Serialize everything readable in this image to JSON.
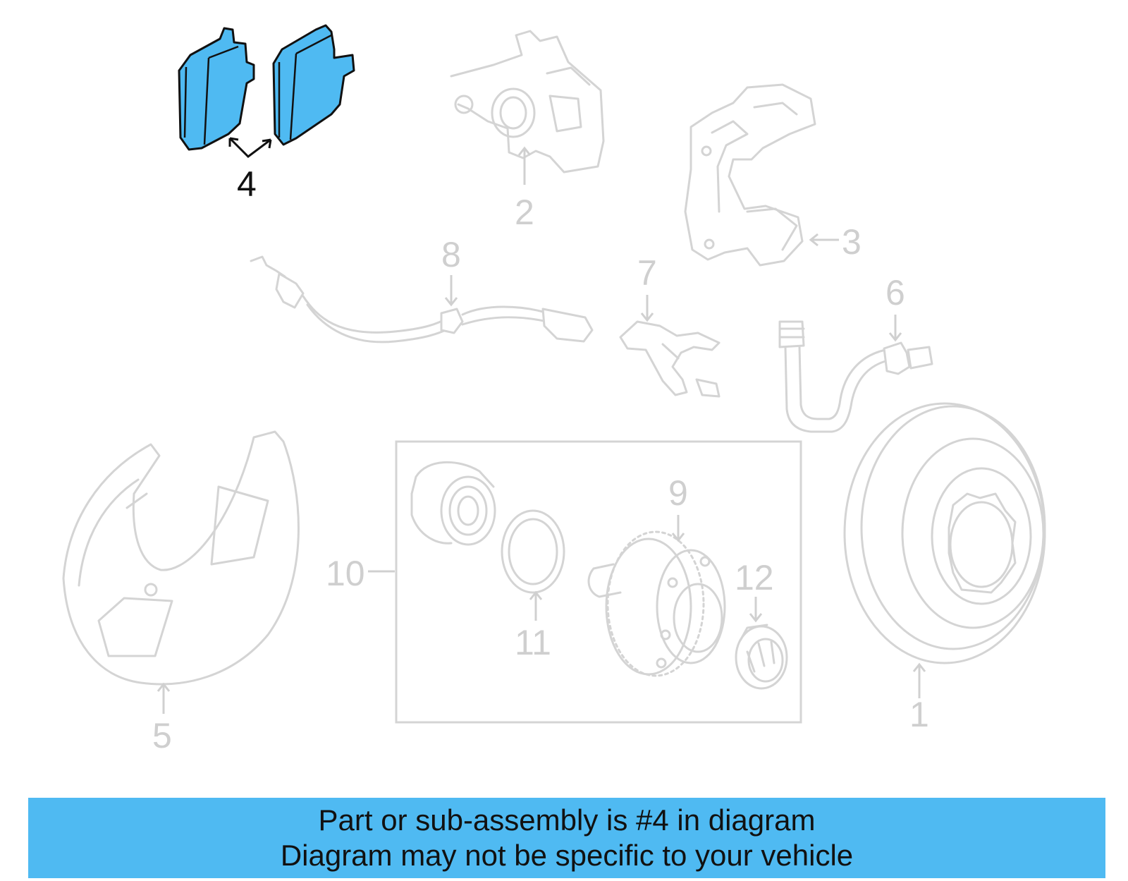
{
  "diagram": {
    "highlight_color": "#4fbaf2",
    "callouts": [
      {
        "id": "1",
        "label": "1",
        "highlighted": false
      },
      {
        "id": "2",
        "label": "2",
        "highlighted": false
      },
      {
        "id": "3",
        "label": "3",
        "highlighted": false
      },
      {
        "id": "4",
        "label": "4",
        "highlighted": true
      },
      {
        "id": "5",
        "label": "5",
        "highlighted": false
      },
      {
        "id": "6",
        "label": "6",
        "highlighted": false
      },
      {
        "id": "7",
        "label": "7",
        "highlighted": false
      },
      {
        "id": "8",
        "label": "8",
        "highlighted": false
      },
      {
        "id": "9",
        "label": "9",
        "highlighted": false
      },
      {
        "id": "10",
        "label": "10",
        "highlighted": false
      },
      {
        "id": "11",
        "label": "11",
        "highlighted": false
      },
      {
        "id": "12",
        "label": "12",
        "highlighted": false
      }
    ]
  },
  "banner": {
    "background": "#4fbaf2",
    "line1": "Part or sub-assembly is #4 in diagram",
    "line2": "Diagram may not be specific to your vehicle"
  }
}
